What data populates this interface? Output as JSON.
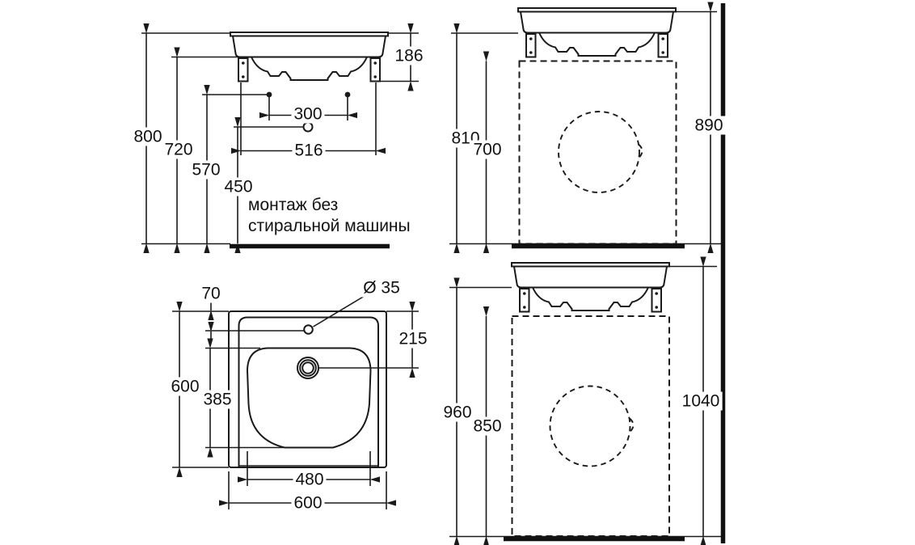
{
  "drawing": {
    "type": "sink installation drawing",
    "line_color": "#1a1a1a",
    "background": "#ffffff"
  },
  "note": {
    "line1": "монтаж без",
    "line2": "стиральной машины"
  },
  "front_view": {
    "height_total": "800",
    "height_to_rim_bottom": "720",
    "height_to_holes": "570",
    "height_to_tap": "450",
    "sink_height": "186",
    "holes_spacing": "300",
    "brackets_spacing": "516"
  },
  "machine_small": {
    "height_under_sink": "810",
    "machine_height": "700",
    "height_sink_top": "890"
  },
  "machine_large": {
    "height_under_sink": "960",
    "machine_height": "850",
    "height_sink_top": "1040"
  },
  "plan": {
    "tap_offset": "70",
    "tap_hole_diameter": "Ø 35",
    "tap_to_drain": "215",
    "depth": "600",
    "basin_depth": "385",
    "basin_width": "480",
    "width": "600"
  }
}
